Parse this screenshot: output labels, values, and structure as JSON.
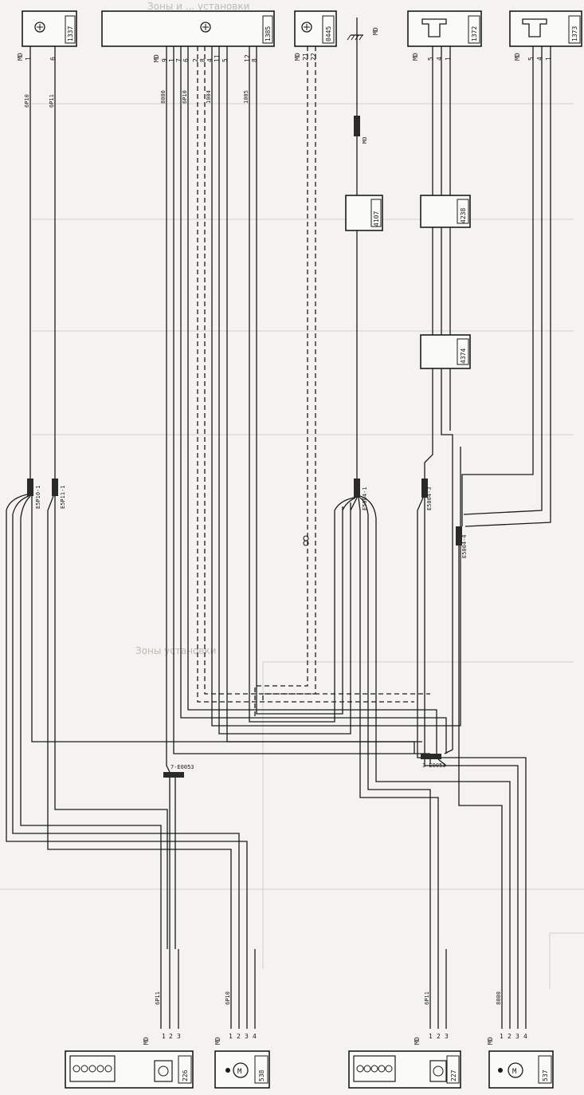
{
  "components": {
    "c1337": {
      "label": "1337",
      "pins": [
        "1",
        "6"
      ],
      "ground": "MD"
    },
    "c1385": {
      "label": "1385",
      "pins": [
        "9",
        "1",
        "7",
        "6",
        "2",
        "8",
        "4",
        "11",
        "5",
        "12",
        "8"
      ],
      "ground": "MD"
    },
    "c0445": {
      "label": "0445",
      "pins": [
        "21",
        "22"
      ],
      "ground": "MD"
    },
    "c1372": {
      "label": "1372",
      "pins": [
        "5",
        "4",
        "1"
      ],
      "ground": "MD"
    },
    "c1373": {
      "label": "1373",
      "pins": [
        "5",
        "4",
        "1"
      ],
      "ground": "MD"
    },
    "c4107": {
      "label": "4107"
    },
    "c4238": {
      "label": "4238"
    },
    "c4374": {
      "label": "4374"
    },
    "c226": {
      "label": "226",
      "pins": [
        "1",
        "2",
        "3"
      ],
      "ground": "MD"
    },
    "c538": {
      "label": "538",
      "pins": [
        "1",
        "2",
        "3",
        "4"
      ],
      "ground": "MD"
    },
    "c227": {
      "label": "227",
      "pins": [
        "1",
        "2",
        "3"
      ],
      "ground": "MD"
    },
    "c537": {
      "label": "537",
      "pins": [
        "1",
        "2",
        "3",
        "4"
      ],
      "ground": "MD"
    }
  },
  "splices": {
    "s1": "E5P10-1",
    "s2": "E5P11-1",
    "s3": "E5004-1",
    "s4": "E5004-3",
    "s5": "E5004-4",
    "s6": "7-E0053",
    "s7": "3-E0053"
  },
  "wire_codes": {
    "w1": "6P10",
    "w2": "6P11",
    "w3": "1004",
    "w4": "1005",
    "w5": "8000",
    "w6": "MD"
  },
  "background_text": {
    "t1": "Зоны и ... установки",
    "t2": "Зоны установки"
  }
}
